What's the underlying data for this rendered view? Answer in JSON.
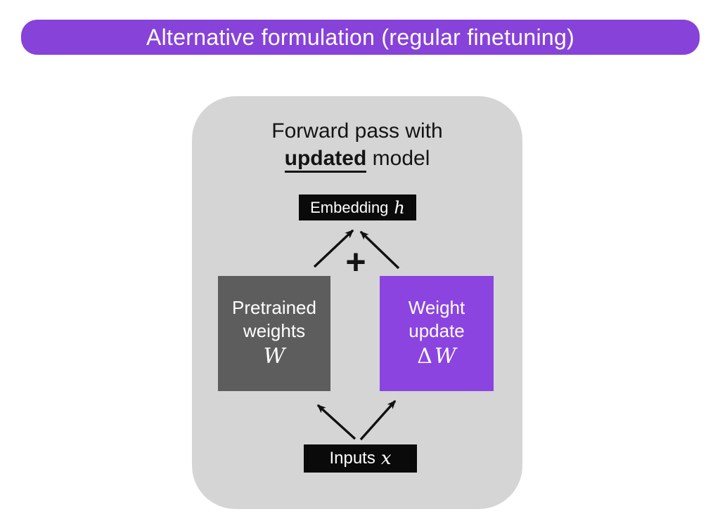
{
  "banner": {
    "title": "Alternative formulation (regular finetuning)",
    "bg_color": "#8742da",
    "text_color": "#ffffff"
  },
  "panel": {
    "bg_color": "#d5d5d5",
    "title": {
      "line1": "Forward pass with",
      "emphasis": "updated",
      "line2_rest": " model"
    },
    "embedding": {
      "label": "Embedding",
      "symbol": "h",
      "bg_color": "#0a0a0a"
    },
    "plus": "+",
    "pretrained": {
      "line1": "Pretrained",
      "line2": "weights",
      "symbol": "W",
      "bg_color": "#5d5d5d"
    },
    "weight_update": {
      "line1": "Weight",
      "line2": "update",
      "delta": "Δ",
      "symbol": "W",
      "bg_color": "#8b44e0"
    },
    "inputs": {
      "label": "Inputs",
      "symbol": "x",
      "bg_color": "#0a0a0a"
    },
    "arrow_color": "#111111"
  }
}
